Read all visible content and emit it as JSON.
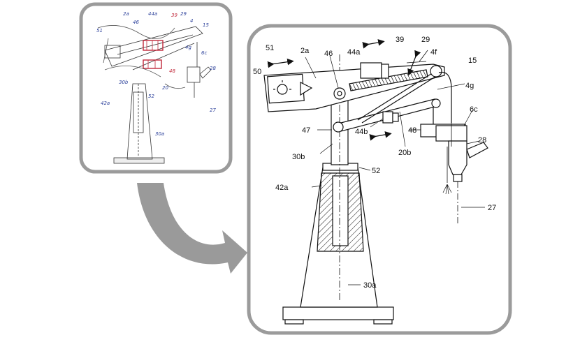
{
  "sketch": {
    "labels": {
      "l51": "51",
      "l2a": "2a",
      "l46": "46",
      "l44a": "44a",
      "l39": "39",
      "l29": "29",
      "l4": "4",
      "l15": "15",
      "l6c": "6c",
      "l28": "28",
      "l52": "52",
      "l48": "48",
      "l42a": "42a",
      "l30b": "30b",
      "l30a": "30a",
      "l27": "27",
      "l4g": "4g",
      "l20": "20"
    }
  },
  "drawing": {
    "labels": {
      "l51": "51",
      "l2a": "2a",
      "l46": "46",
      "l44a": "44a",
      "l39": "39",
      "l29": "29",
      "l4f": "4f",
      "l15": "15",
      "l50": "50",
      "l4g": "4g",
      "l47": "47",
      "l44b": "44b",
      "l48": "48",
      "l6c": "6c",
      "l20b": "20b",
      "l30b": "30b",
      "l52": "52",
      "l28": "28",
      "l42a": "42a",
      "l27": "27",
      "l30a": "30a"
    }
  },
  "colors": {
    "panel_border": "#9b9b9b",
    "arrow_fill": "#9a9a9a",
    "line": "#111111"
  }
}
